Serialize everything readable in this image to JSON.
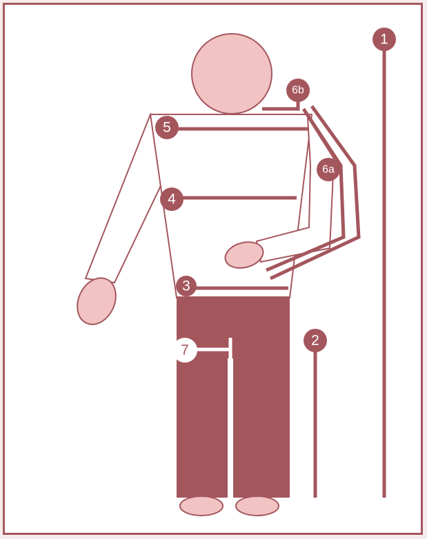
{
  "colors": {
    "accent": "#a4565d",
    "skin": "#f2c3c3",
    "shirt": "#ffffff",
    "background": "#ffffff"
  },
  "markers": {
    "m1": "1",
    "m2": "2",
    "m3": "3",
    "m4": "4",
    "m5": "5",
    "m6a": "6a",
    "m6b": "6b",
    "m7": "7"
  }
}
